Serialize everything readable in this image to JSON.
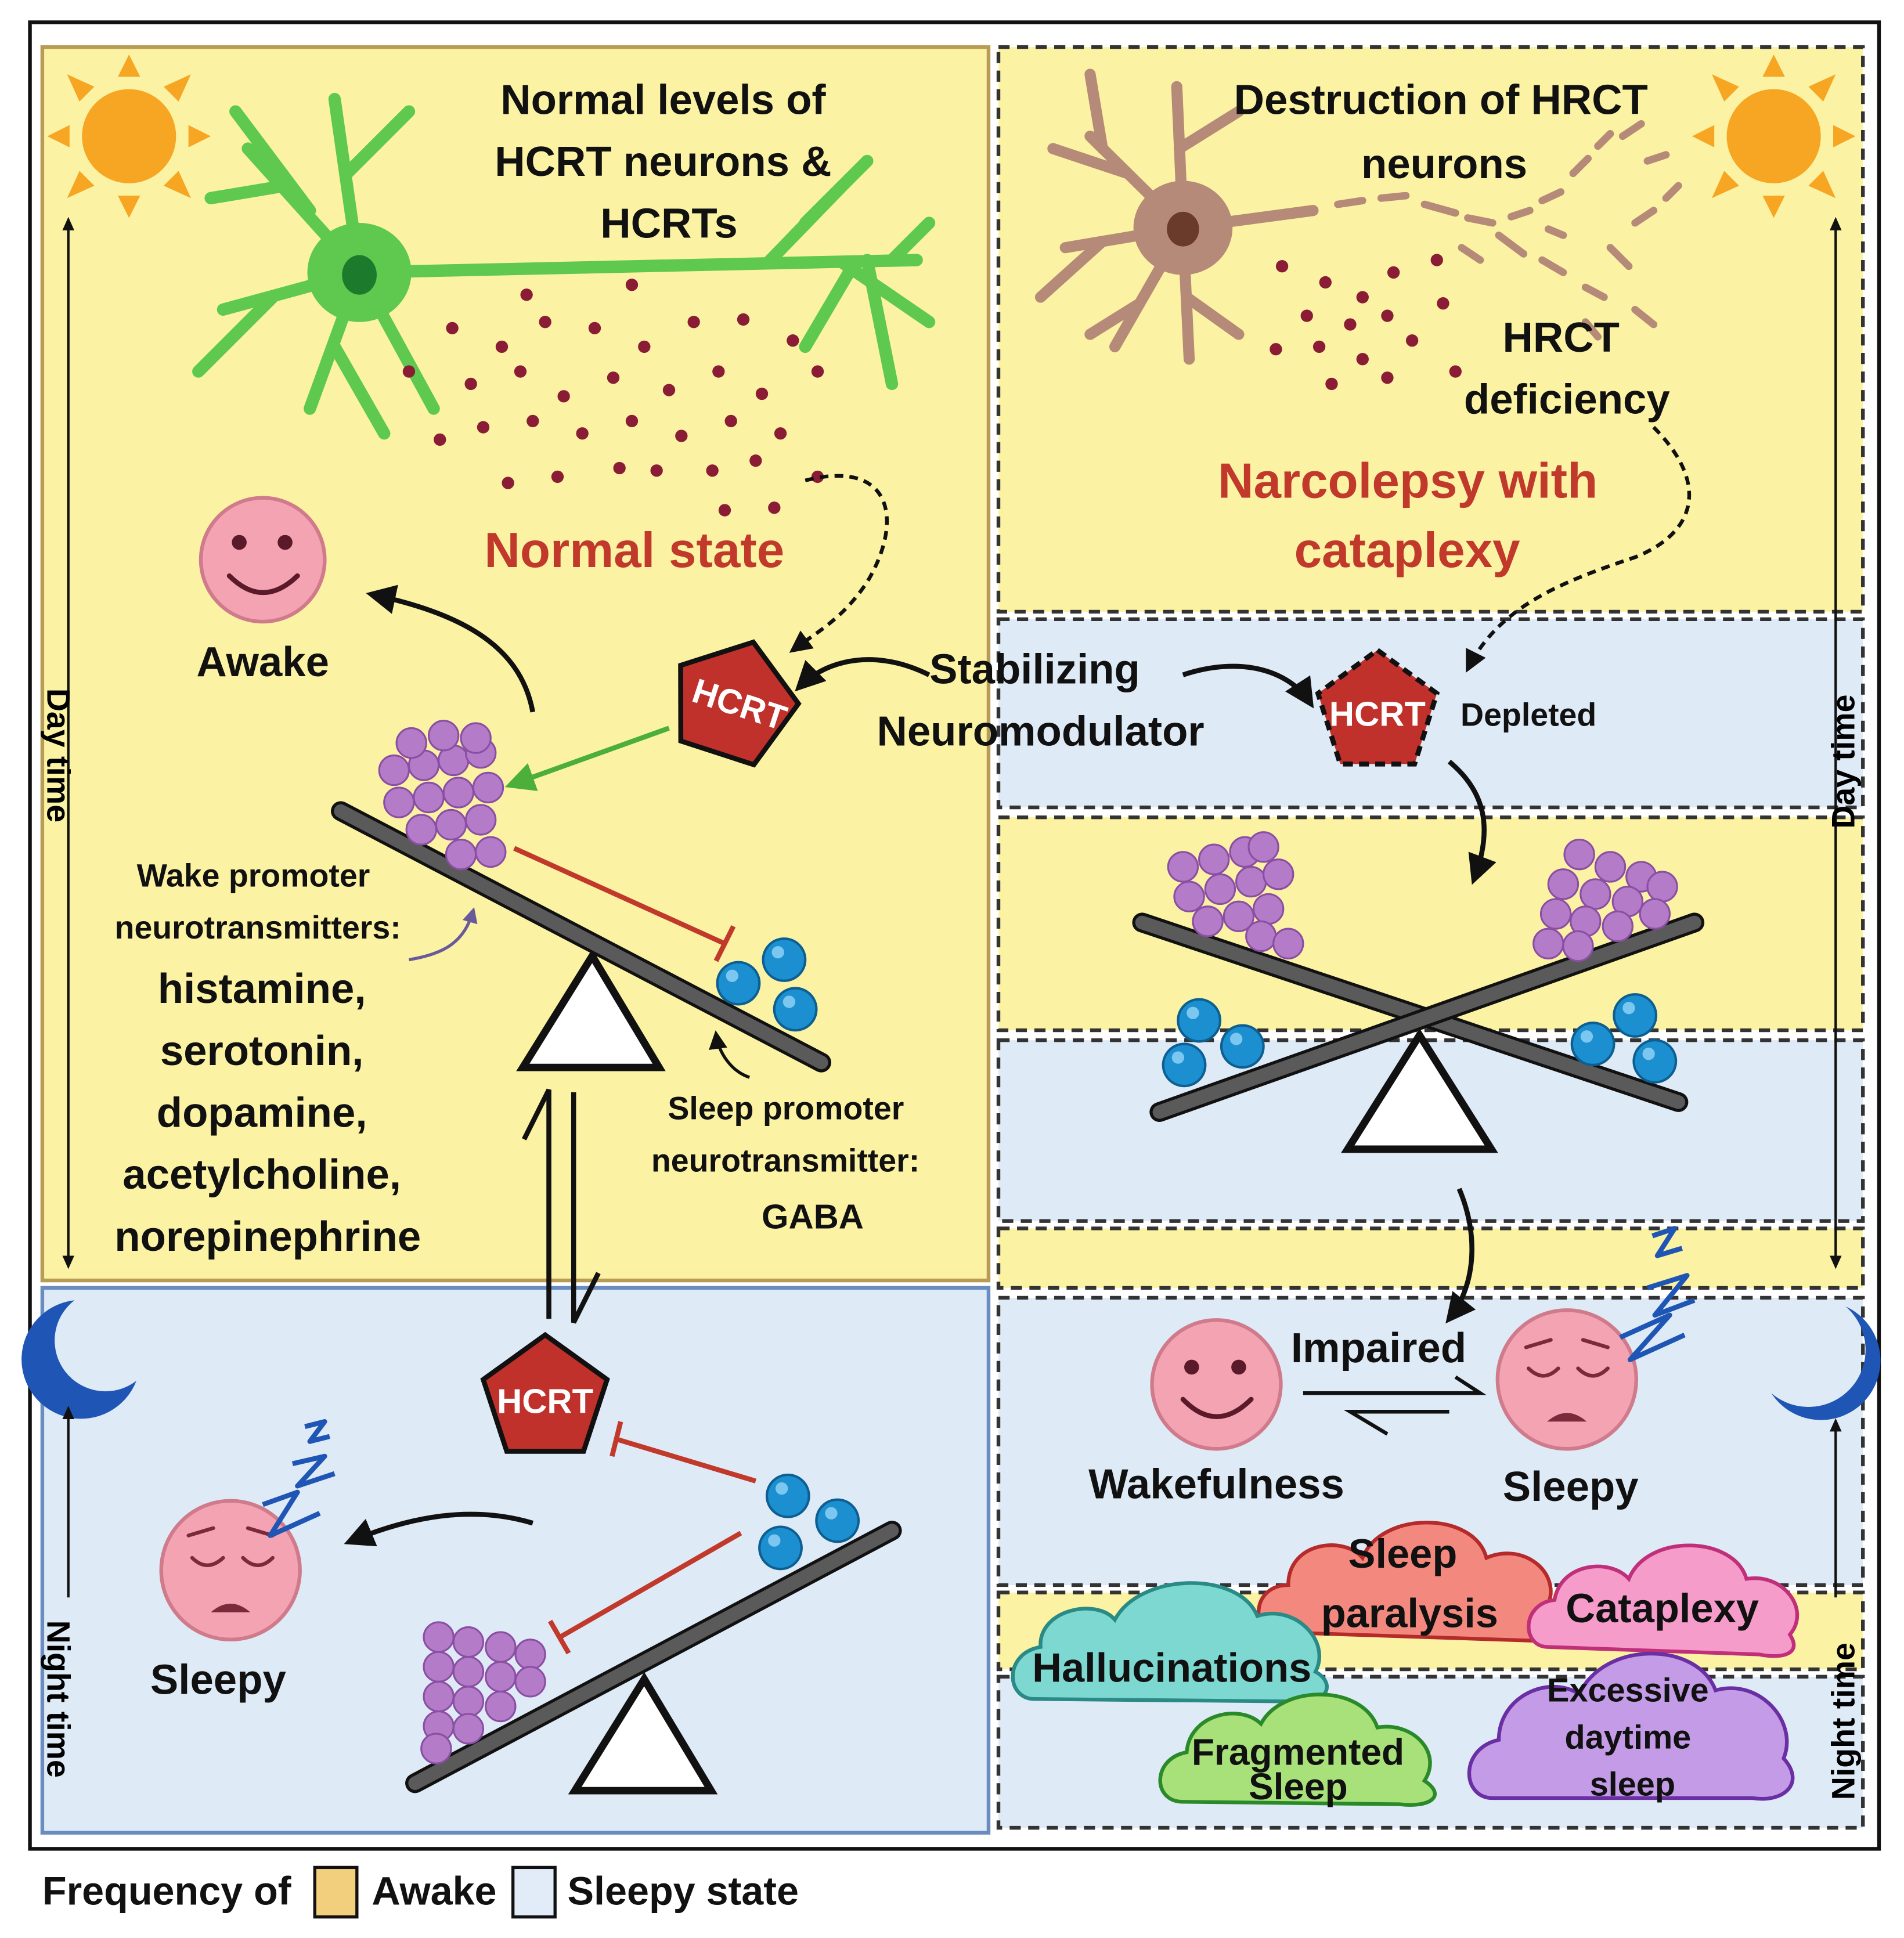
{
  "colors": {
    "awake_panel": "#fbf3a3",
    "sleep_panel": "#dfeaf7",
    "title_red": "#c0392b",
    "hcrt_red": "#c0312b",
    "neuron_green": "#5ec94e",
    "neuron_brown": "#b58a78",
    "dot": "#8a1c36",
    "wake_purple": "#b47cc8",
    "sleep_blue": "#1c8fd0",
    "inhibit_red": "#c0392b",
    "activate_green": "#4caf3a",
    "legend_awake": "#f2cf7c",
    "legend_sleep": "#e2ebf8"
  },
  "left": {
    "neuron_caption": [
      "Normal levels of",
      "HCRT neurons &",
      "HCRTs"
    ],
    "state_title": "Normal state",
    "awake_label": "Awake",
    "hcrt_label": "HCRT",
    "wake_promoter_caption": [
      "Wake promoter",
      "neurotransmitters:"
    ],
    "wake_transmitters": [
      "histamine,",
      "serotonin,",
      "dopamine,",
      "acetylcholine,",
      "norepinephrine"
    ],
    "sleep_promoter_caption": [
      "Sleep promoter",
      "neurotransmitter:"
    ],
    "sleep_transmitter": "GABA",
    "day_axis_label": "Day time",
    "night_axis_label": "Night time",
    "night_hcrt_label": "HCRT",
    "sleepy_label": "Sleepy"
  },
  "center": {
    "stabilizing_label": [
      "Stabilizing",
      "Neuromodulator"
    ]
  },
  "right": {
    "neuron_caption": [
      "Destruction of HRCT",
      "neurons"
    ],
    "deficiency_caption": [
      "HRCT",
      "deficiency"
    ],
    "state_title": [
      "Narcolepsy with",
      "cataplexy"
    ],
    "hcrt_label": "HCRT",
    "depleted_label": "Depleted",
    "day_axis_label": "Day time",
    "night_axis_label": "Night time",
    "wakefulness_label": "Wakefulness",
    "impaired_label": "Impaired",
    "sleepy_label": "Sleepy",
    "symptoms": {
      "sleep_paralysis": [
        "Sleep",
        "paralysis"
      ],
      "cataplexy": [
        "Cataplexy"
      ],
      "hallucinations": [
        "Hallucinations"
      ],
      "fragmented_sleep": [
        "Fragmented",
        "Sleep"
      ],
      "excessive_daytime_sleep": [
        "Excessive",
        "daytime",
        "sleep"
      ]
    }
  },
  "legend": {
    "prefix": "Frequency of",
    "awake": "Awake",
    "sleepy": "Sleepy state"
  }
}
